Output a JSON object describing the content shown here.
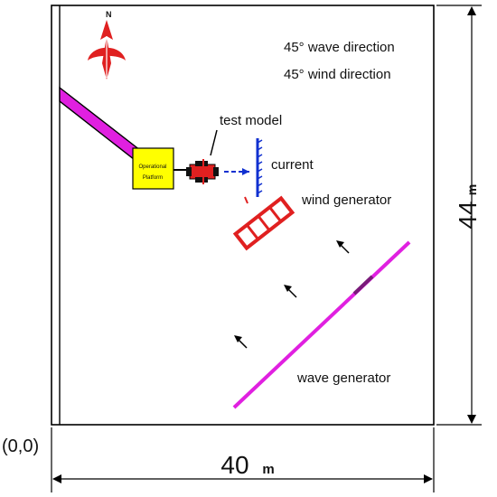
{
  "labels": {
    "compass_letter": "N",
    "wave_direction": "45° wave direction",
    "wind_direction": "45° wind direction",
    "test_model": "test model",
    "current": "current",
    "wind_generator": "wind generator",
    "wave_generator": "wave generator",
    "platform_line1": "Operational",
    "platform_line2": "Platform",
    "origin": "(0,0)"
  },
  "dimensions": {
    "width_value": "40",
    "width_unit": "m",
    "height_value": "44",
    "height_unit": "m"
  },
  "colors": {
    "walkway": "#e020e0",
    "wave_generator": "#e020e0",
    "platform": "#ffff00",
    "test_model": "#e02020",
    "wind_generator": "#e02020",
    "current": "#1030d0",
    "compass": "#e02020",
    "outline": "#000000"
  },
  "icons": {
    "compass": "north-arrow-icon",
    "wave_arrow": "arrow-up-left-icon"
  }
}
